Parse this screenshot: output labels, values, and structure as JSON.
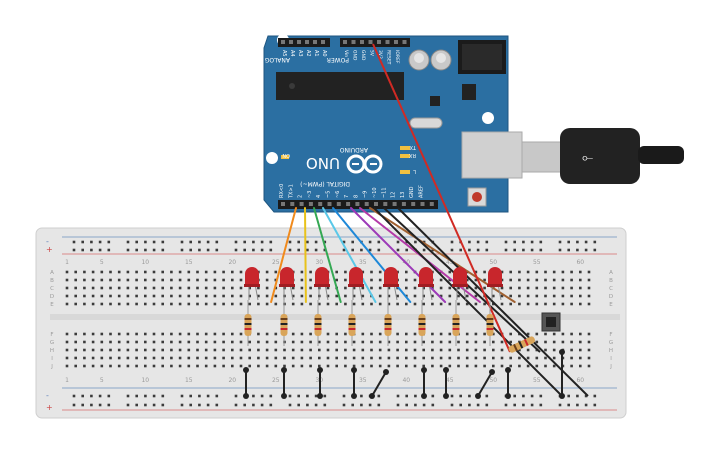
{
  "arduino": {
    "brand": "ARDUINO",
    "model": "UNO",
    "power_label": "POWER",
    "analog_label": "ANALOG IN",
    "digital_label": "DIGITAL (PWM~)",
    "on_label": "ON",
    "tx_label": "TX",
    "rx_label": "RX",
    "l_label": "L",
    "power_pins": [
      "IOREF",
      "RESET",
      "3V3",
      "5V",
      "GND",
      "GND",
      "Vin"
    ],
    "analog_pins": [
      "A0",
      "A1",
      "A2",
      "A3",
      "A4",
      "A5"
    ],
    "digital_pins": [
      "AREF",
      "GND",
      "13",
      "12",
      "~11",
      "~10",
      "~9",
      "8",
      "7",
      "~6",
      "~5",
      "4",
      "~3",
      "2",
      "TX>1",
      "RX<0"
    ],
    "board_color": "#2b6fa2"
  },
  "breadboard": {
    "columns": [
      "1",
      "5",
      "10",
      "15",
      "20",
      "25",
      "30",
      "35",
      "40",
      "45",
      "50",
      "55",
      "60"
    ],
    "rows_top": [
      "A",
      "B",
      "C",
      "D",
      "E"
    ],
    "rows_bottom": [
      "F",
      "G",
      "H",
      "I",
      "J"
    ],
    "plus": "+",
    "minus": "-"
  },
  "colors": {
    "led": "#c8262c",
    "resistor": "#d9a55a",
    "wire_black": "#222222",
    "wire_red": "#d02a24",
    "signal_wires": [
      "#f08a1c",
      "#e8c21a",
      "#34a853",
      "#5ac8e8",
      "#1e88d8",
      "#9c3ab8",
      "#b43aa8",
      "#a06030"
    ]
  },
  "components": {
    "led_count": 8,
    "pushbutton": "pushbutton",
    "usb": "usb-cable"
  }
}
